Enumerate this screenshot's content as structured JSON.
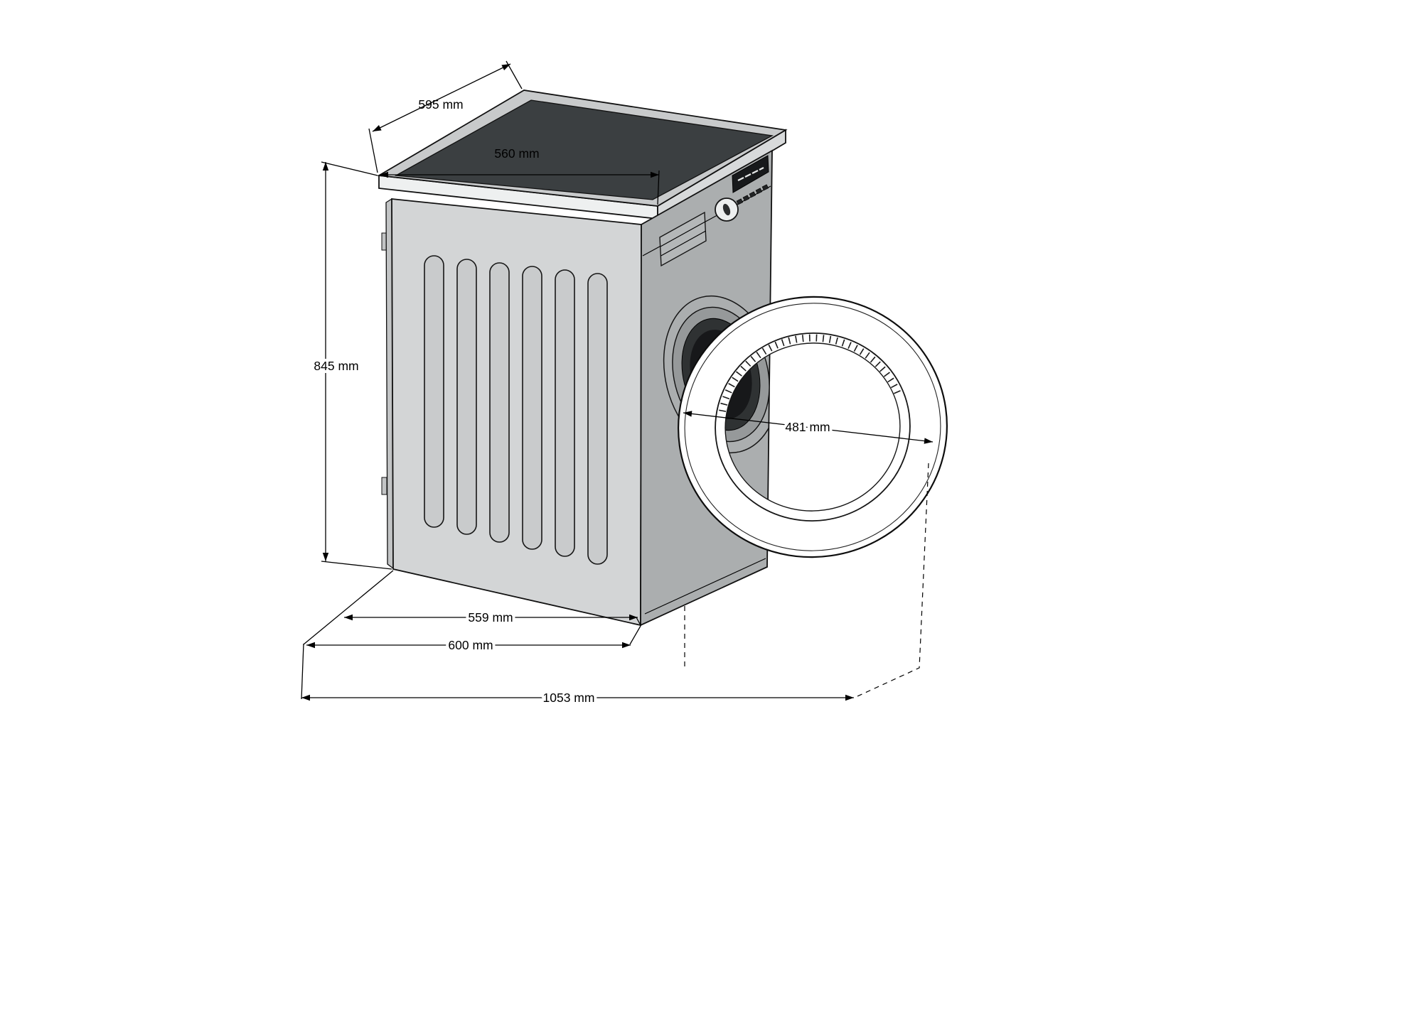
{
  "diagram": {
    "subject": "washing-machine-dimension-drawing",
    "dims": {
      "top_depth": "595 mm",
      "top_width": "560 mm",
      "height": "845 mm",
      "door_diameter": "481 mm",
      "base_depth": "559 mm",
      "base_width": "600 mm",
      "depth_door_open": "1053 mm"
    },
    "palette": {
      "top_face": "#3b3f41",
      "top_rim": "#c8cacb",
      "side_face": "#d3d5d6",
      "front_face": "#abaeaf",
      "door_ring": "#ffffff",
      "drum_dark": "#17181a",
      "line": "#000000"
    }
  }
}
